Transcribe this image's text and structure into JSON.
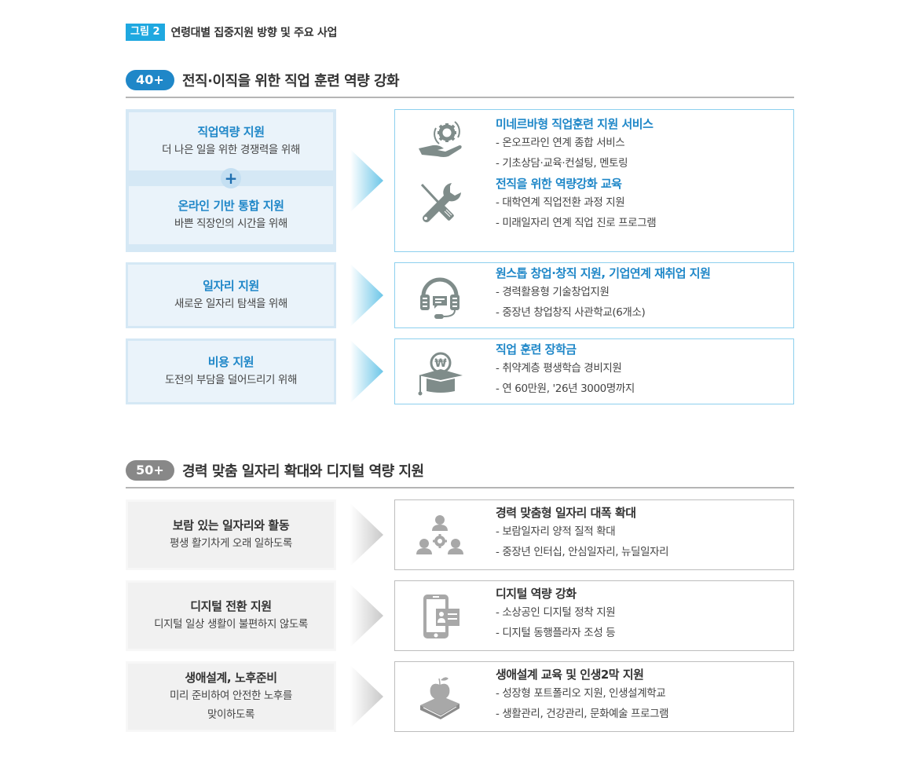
{
  "figure": {
    "badge": "그림 2",
    "title": "연령대별 집중지원 방향 및 주요 사업"
  },
  "colors": {
    "badge_blue": "#1fa8e0",
    "pill_40": "#1f87c8",
    "pill_50": "#888888",
    "accent_blue": "#1f87c8",
    "box_blue_bg": "#eaf3fa",
    "box_gray_bg": "#f1f1f1",
    "icon_gray": "#7f8c8a"
  },
  "sections": [
    {
      "age": "40+",
      "title": "전직·이직을 위한 직업 훈련 역량 강화",
      "rows": [
        {
          "left": [
            {
              "title": "직업역량 지원",
              "subtitle": "더 나은 일을 위한 경쟁력을 위해"
            },
            {
              "title": "온라인 기반 통합 지원",
              "subtitle": "바쁜 직장인의 시간을 위해"
            }
          ],
          "combiner": "+",
          "right": [
            {
              "icon": "hand-gear-icon",
              "heading": "미네르바형 직업훈련 지원 서비스",
              "bullets": [
                "- 온오프라인 연계 종합 서비스",
                "- 기초상담·교육·컨설팅, 멘토링"
              ]
            },
            {
              "icon": "tools-icon",
              "heading": "전직을 위한 역량강화 교육",
              "bullets": [
                "- 대학연계 직업전환 과정 지원",
                "- 미래일자리 연계 직업 진로 프로그램"
              ]
            }
          ]
        },
        {
          "left": [
            {
              "title": "일자리 지원",
              "subtitle": "새로운 일자리 탐색을 위해"
            }
          ],
          "right": [
            {
              "icon": "headset-icon",
              "heading": "원스톱 창업·창직 지원, 기업연계 재취업 지원",
              "bullets": [
                "- 경력활용형 기술창업지원",
                "- 중장년 창업창직 사관학교(6개소)"
              ]
            }
          ]
        },
        {
          "left": [
            {
              "title": "비용 지원",
              "subtitle": "도전의 부담을 덜어드리기 위해"
            }
          ],
          "right": [
            {
              "icon": "graduation-cap-won-icon",
              "heading": "직업 훈련 장학금",
              "bullets": [
                "- 취약계층 평생학습 경비지원",
                "- 연 60만원, '26년 3000명까지"
              ]
            }
          ]
        }
      ]
    },
    {
      "age": "50+",
      "title": "경력 맞춤 일자리 확대와 디지털 역량 지원",
      "rows": [
        {
          "left": [
            {
              "title": "보람 있는 일자리와 활동",
              "subtitle": "평생 활기차게 오래 일하도록"
            }
          ],
          "right": [
            {
              "icon": "people-network-icon",
              "heading": "경력 맞춤형 일자리 대폭 확대",
              "bullets": [
                "- 보람일자리 양적 질적 확대",
                "- 중장년 인터십, 안심일자리, 뉴딜일자리"
              ]
            }
          ]
        },
        {
          "left": [
            {
              "title": "디지털 전환 지원",
              "subtitle": "디지털 일상 생활이 불편하지 않도록"
            }
          ],
          "right": [
            {
              "icon": "smartphone-id-card-icon",
              "heading": "디지털 역량 강화",
              "bullets": [
                "- 소상공인 디지털 정착 지원",
                "- 디지털 동행플라자 조성 등"
              ]
            }
          ]
        },
        {
          "left": [
            {
              "title": "생애설계, 노후준비",
              "subtitle": "미리 준비하여 안전한 노후를",
              "subtitle2": "맞이하도록"
            }
          ],
          "right": [
            {
              "icon": "apple-book-icon",
              "heading": "생애설계 교육 및 인생2막 지원",
              "bullets": [
                "- 성장형 포트폴리오 지원, 인생설계학교",
                "- 생활관리, 건강관리, 문화예술 프로그램"
              ]
            }
          ]
        }
      ]
    }
  ]
}
